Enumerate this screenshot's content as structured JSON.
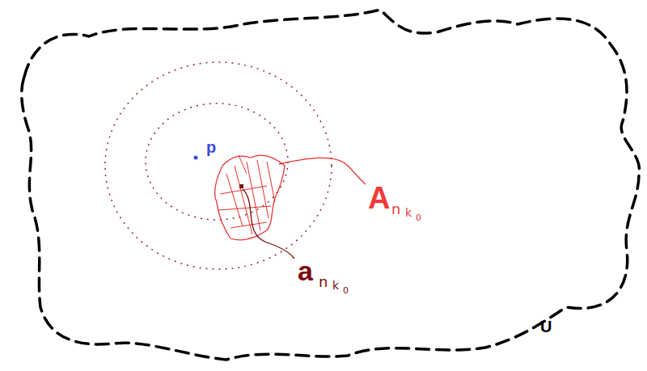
{
  "diagram": {
    "labels": [
      "p",
      "A",
      "n",
      "k",
      "0",
      "a",
      "n",
      "k",
      "0",
      "U"
    ]
  }
}
